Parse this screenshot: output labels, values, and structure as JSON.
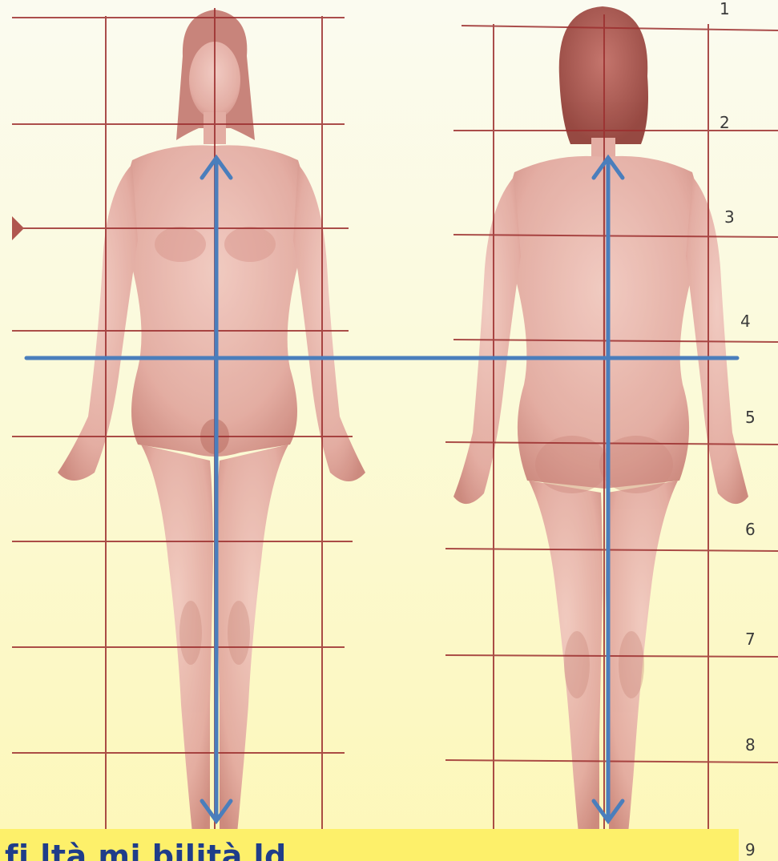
{
  "figure": {
    "row_numbers": [
      "1",
      "2",
      "3",
      "4",
      "5",
      "6",
      "7",
      "8",
      "9"
    ],
    "figures": [
      {
        "name": "front-view-figure"
      },
      {
        "name": "back-view-figure"
      }
    ],
    "colors": {
      "grid_line": "#9c2f2f",
      "figure_fill": "#e7b1a8",
      "figure_shadow": "#c9837a",
      "hair": "#b0564e",
      "arrow": "#4a7ebc",
      "caption_band": "#fdf06a",
      "caption_text": "#1f3d8a"
    },
    "icons": {
      "arrow_heads": "arrowhead-icon"
    }
  },
  "caption": {
    "text": "fi  ltà  mi  bilità  ld"
  }
}
